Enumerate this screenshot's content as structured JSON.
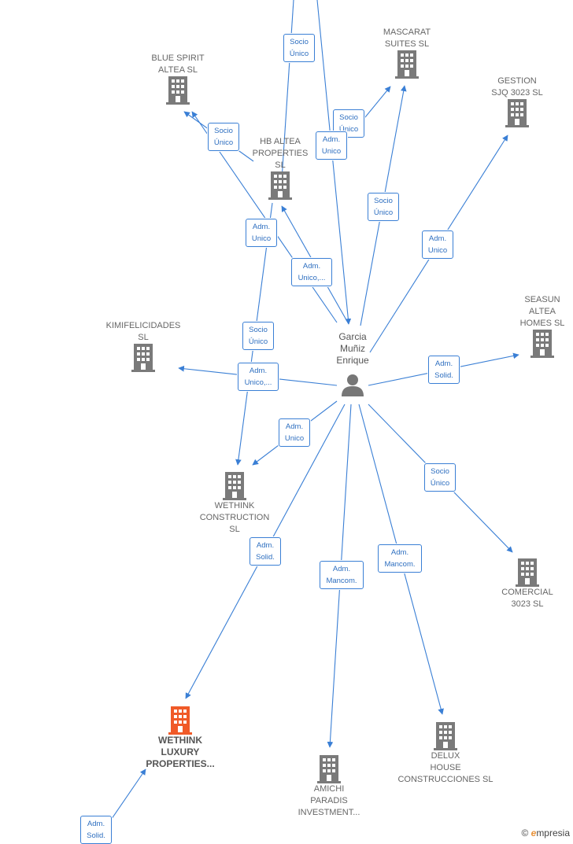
{
  "center": {
    "name": "Garcia\nMuñiz\nEnrique"
  },
  "colors": {
    "edge": "#3a7fd5",
    "building": "#7a7a7a",
    "highlight": "#f05a28"
  },
  "nodes": [
    {
      "id": "blue-spirit",
      "label": "BLUE SPIRIT\nALTEA  SL"
    },
    {
      "id": "mascarat",
      "label": "MASCARAT\nSUITES  SL"
    },
    {
      "id": "gestion",
      "label": "GESTION\nSJQ 3023  SL"
    },
    {
      "id": "hb-altea",
      "label": "HB ALTEA\nPROPERTIES\nSL"
    },
    {
      "id": "kimifelicidades",
      "label": "KIMIFELICIDADES\nSL"
    },
    {
      "id": "seasun",
      "label": "SEASUN\nALTEA\nHOMES  SL"
    },
    {
      "id": "wethink-construction",
      "label": "WETHINK\nCONSTRUCTION\nSL"
    },
    {
      "id": "comercial",
      "label": "COMERCIAL\n3023  SL"
    },
    {
      "id": "wethink-luxury",
      "label": "WETHINK\nLUXURY\nPROPERTIES..."
    },
    {
      "id": "amichi",
      "label": "AMICHI\nPARADIS\nINVESTMENT..."
    },
    {
      "id": "delux",
      "label": "DELUX\nHOUSE\nCONSTRUCCIONES SL"
    }
  ],
  "edge_labels": [
    "Socio\nÚnico",
    "Socio\nÚnico",
    "Socio\nÚnico",
    "Adm.\nUnico",
    "Socio\nÚnico",
    "Adm.\nUnico",
    "Adm.\nUnico",
    "Adm.\nUnico,...",
    "Socio\nÚnico",
    "Adm.\nUnico,...",
    "Adm.\nSolid.",
    "Adm.\nUnico",
    "Socio\nÚnico",
    "Adm.\nSolid.",
    "Adm.\nMancom.",
    "Adm.\nMancom.",
    "Adm.\nSolid."
  ],
  "footer": {
    "copyright": "©",
    "brand_initial": "e",
    "brand_rest": "mpresia"
  }
}
